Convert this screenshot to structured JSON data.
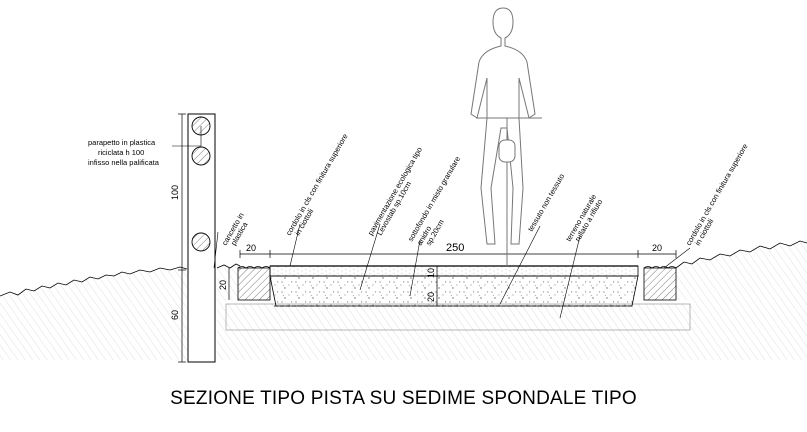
{
  "title": "SEZIONE TIPO PISTA SU SEDIME SPONDALE TIPO",
  "labels": {
    "parapetto_1": "parapetto in plastica",
    "parapetto_2": "riciclata h 100",
    "parapetto_3": "infisso nella palificata",
    "cancetto_1": "cancetto in",
    "cancetto_2": "plastica",
    "cordolo_left_1": "cordolo in cls con finitura superiore",
    "cordolo_left_2": "in ciottoli",
    "pavimentazione_1": "pavimentazione ecologica tipo",
    "pavimentazione_2": "Levostab sp.10cm",
    "sottofondo_1": "sottofondo in misto granulare",
    "sottofondo_2": "anidro",
    "sottofondo_3": "sp.20cm",
    "tessuto": "tessuto non tessuto",
    "terreno_1": "terreno naturale",
    "terreno_2": "rullato a rifiuto",
    "cordolo_right_1": "cordolo in cls con finitura superiore",
    "cordolo_right_2": "in ciottoli"
  },
  "dimensions": {
    "post_height": "100",
    "post_depth": "60",
    "curb_left_width": "20",
    "curb_right_width": "20",
    "path_width": "250",
    "curb_height": "20",
    "pavement_thickness": "10",
    "subbase_thickness": "20"
  }
}
